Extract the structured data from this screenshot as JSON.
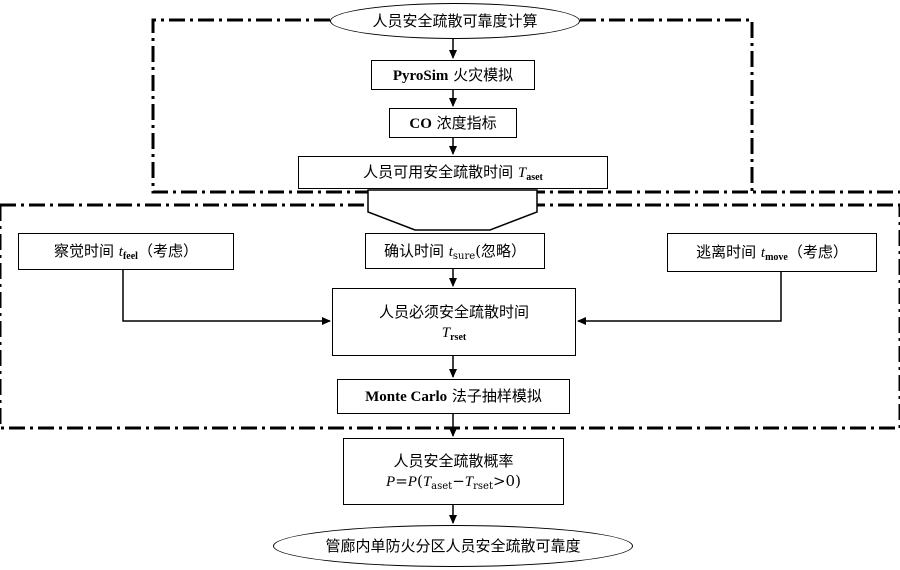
{
  "nodes": {
    "start": "人员安全疏散可靠度计算",
    "pyrosim": {
      "en": "PyroSim",
      "zh": " 火灾模拟"
    },
    "co": {
      "en": "CO",
      "zh": " 浓度指标"
    },
    "aset": {
      "text": "人员可用安全疏散时间 ",
      "sym": "T",
      "sub": "aset"
    },
    "feel": {
      "text": "察觉时间 ",
      "sym": "t",
      "sub": "feel",
      "note": "（考虑）"
    },
    "sure": {
      "text": "确认时间 ",
      "sym": "t",
      "sub": "sure",
      "note": "(忽略）"
    },
    "move": {
      "text": "逃离时间 ",
      "sym": "t",
      "sub": "move",
      "note": "（考虑）"
    },
    "rset": {
      "text": "人员必须安全疏散时间",
      "sym": "T",
      "sub": "rset"
    },
    "montecarlo": {
      "en": "Monte Carlo",
      "zh": " 法子抽样模拟"
    },
    "prob": {
      "text": "人员安全疏散概率",
      "p": "P",
      "eq": "=",
      "p2": "P",
      "open": "(",
      "t1": "T",
      "s1": "aset",
      "minus": "−",
      "t2": "T",
      "s2": "rset",
      "close": ">0)"
    },
    "end": "管廊内单防火分区人员安全疏散可靠度"
  }
}
